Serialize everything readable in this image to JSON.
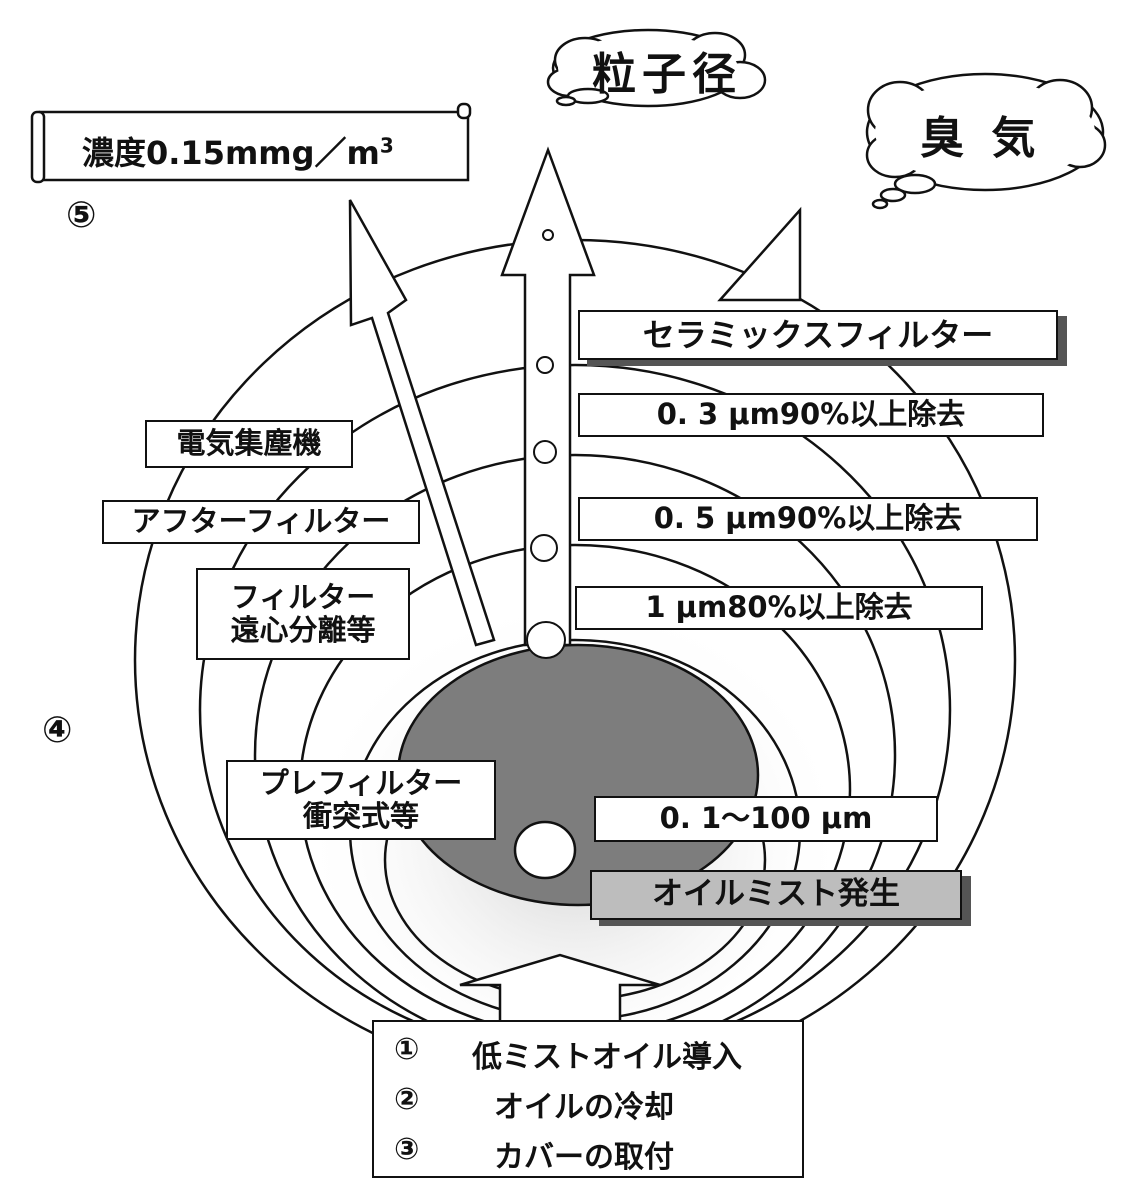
{
  "top": {
    "particle_size": "粒子径",
    "odor": "臭 気",
    "concentration": "濃度0.15mmg／m",
    "concentration_sup": "3",
    "step5": "⑤",
    "step4": "④"
  },
  "left_labels": {
    "electrostatic": "電気集塵機",
    "after_filter": "アフターフィルター",
    "filter_line1": "フィルター",
    "filter_line2": "遠心分離等",
    "prefilter_line1": "プレフィルター",
    "prefilter_line2": "衝突式等"
  },
  "right_labels": {
    "ceramic": "セラミックスフィルター",
    "r03": "0. 3 μm90%以上除去",
    "r05": "0. 5 μm90%以上除去",
    "r1": "1 μm80%以上除去",
    "range": "0. 1～100 μm",
    "source": "オイルミスト発生"
  },
  "inputs": [
    {
      "num": "①",
      "text": "低ミストオイル導入"
    },
    {
      "num": "②",
      "text": "オイルの冷却"
    },
    {
      "num": "③",
      "text": "カバーの取付"
    }
  ],
  "colors": {
    "core": "#7d7d7d",
    "stroke": "#111111",
    "label_gray": "#bdbdbd",
    "shadow": "#555555"
  }
}
